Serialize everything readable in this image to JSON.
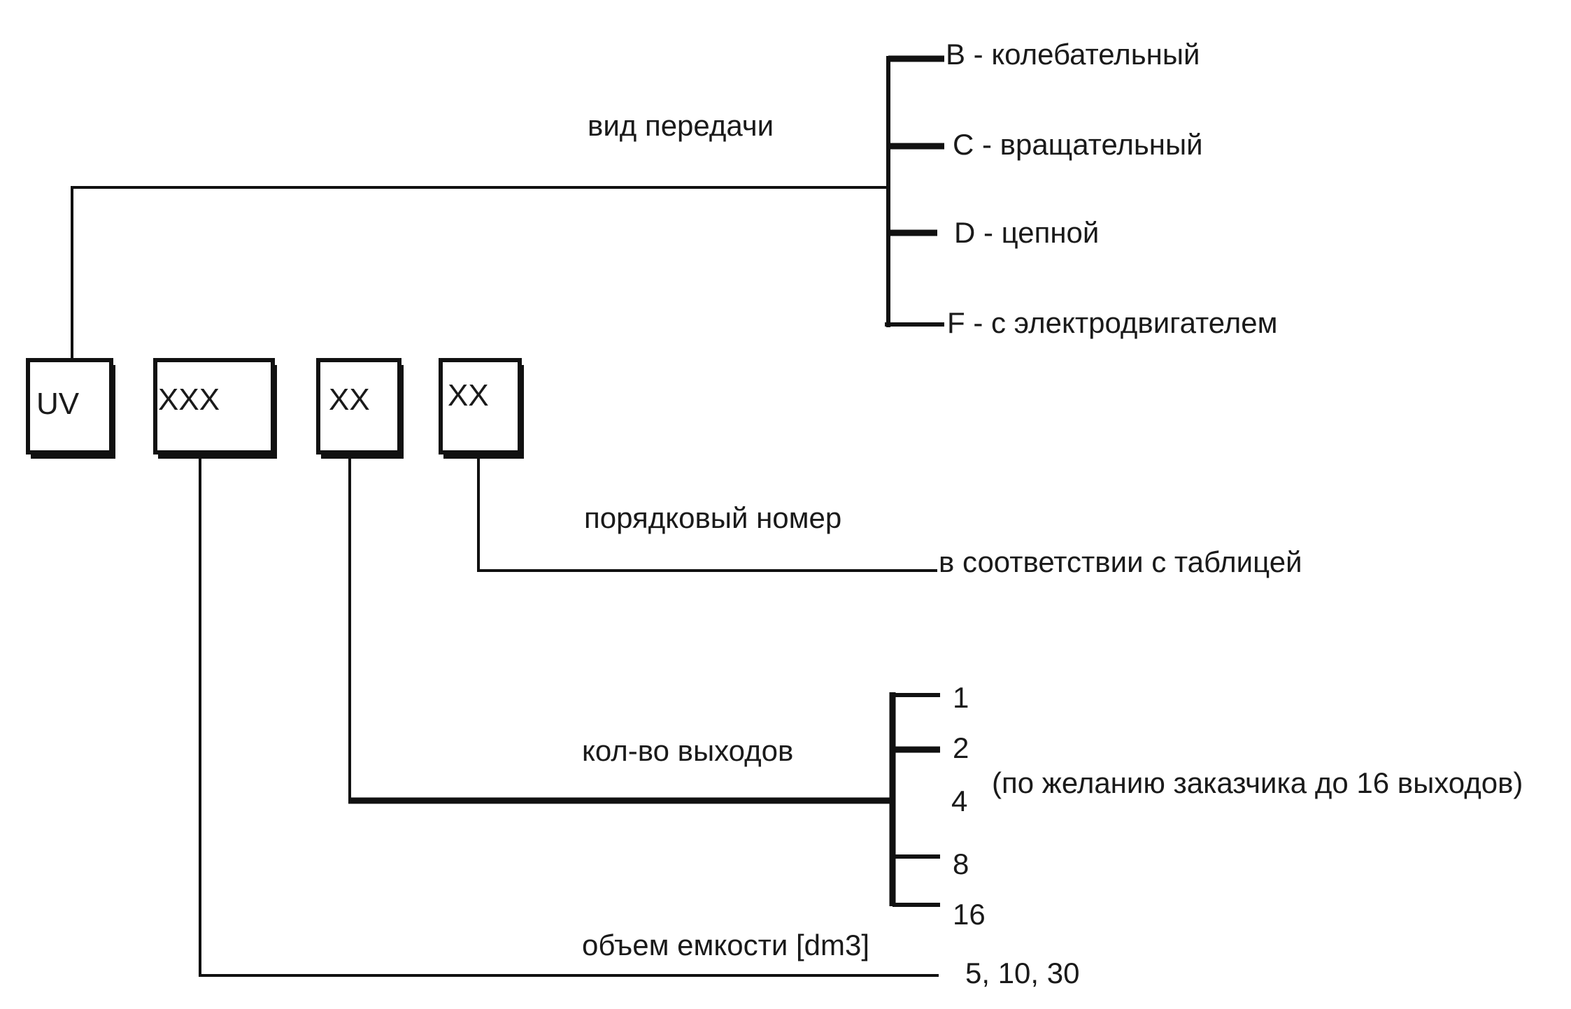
{
  "code": {
    "boxes": [
      "UV",
      "XXX",
      "XX",
      "XX"
    ]
  },
  "transmission": {
    "title": "вид передачи",
    "options": [
      "B  - колебательный",
      "C - вращательный",
      "D - цепной",
      "F - с электродвигателем"
    ]
  },
  "serial": {
    "title": "порядковый номер",
    "detail": "в соответствии с таблицей"
  },
  "outputs": {
    "title": "кол-во выходов",
    "options": [
      "1",
      "2",
      "4",
      "8",
      "16"
    ],
    "note": "(по желанию заказчика до 16 выходов)"
  },
  "volume": {
    "title": "объем емкости [dm3]",
    "values": "5, 10, 30"
  }
}
